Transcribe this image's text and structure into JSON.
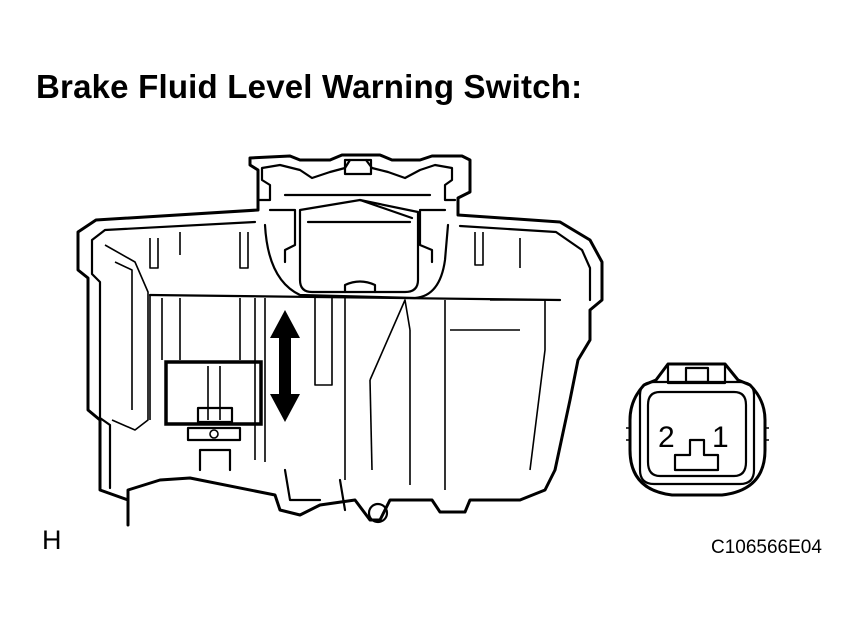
{
  "title": "Brake Fluid Level Warning Switch:",
  "view_label": "H",
  "figure_id": "C106566E04",
  "connector": {
    "pins": [
      "2",
      "1"
    ]
  },
  "icons": {
    "reservoir": "brake-fluid-reservoir-illustration",
    "float": "float-switch",
    "arrow": "up-down-double-arrow",
    "connector": "switch-connector-front-view"
  }
}
